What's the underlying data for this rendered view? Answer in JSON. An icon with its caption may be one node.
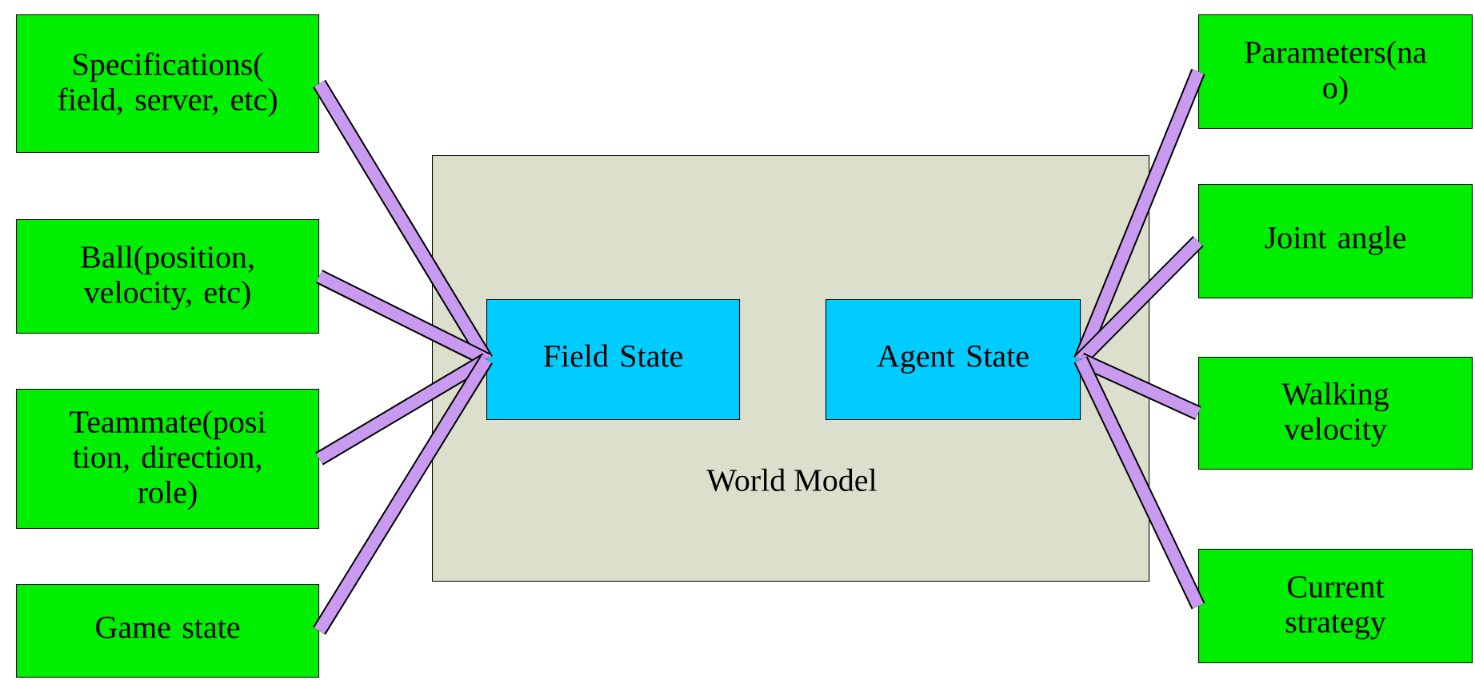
{
  "diagram": {
    "nodes": [
      {
        "text": [
          "World Model"
        ]
      },
      {
        "text": [
          "Field State"
        ],
        "in": 0
      },
      {
        "text": [
          "Agent State"
        ],
        "in": 0
      },
      {
        "text": [
          "Specifications( field, server, etc)"
        ]
      },
      {
        "text": [
          "Ball(position, velocity, etc)"
        ]
      },
      {
        "text": [
          "Teammate(posi tion, direction, role)"
        ]
      },
      {
        "text": [
          "Game state"
        ]
      },
      {
        "text": [
          "Parameters(na o)"
        ]
      },
      {
        "text": [
          "Joint angle"
        ]
      },
      {
        "text": [
          "Walking velocity"
        ]
      },
      {
        "text": [
          "Current strategy"
        ]
      }
    ],
    "edges": [
      {
        "from": 3,
        "to": 1,
        "arrow": "none"
      },
      {
        "from": 4,
        "to": 1,
        "arrow": "none"
      },
      {
        "from": 5,
        "to": 1,
        "arrow": "none"
      },
      {
        "from": 6,
        "to": 1,
        "arrow": "none"
      },
      {
        "from": 7,
        "to": 2,
        "arrow": "none"
      },
      {
        "from": 8,
        "to": 2,
        "arrow": "none"
      },
      {
        "from": 9,
        "to": 2,
        "arrow": "none"
      },
      {
        "from": 10,
        "to": 2,
        "arrow": "none"
      }
    ]
  }
}
